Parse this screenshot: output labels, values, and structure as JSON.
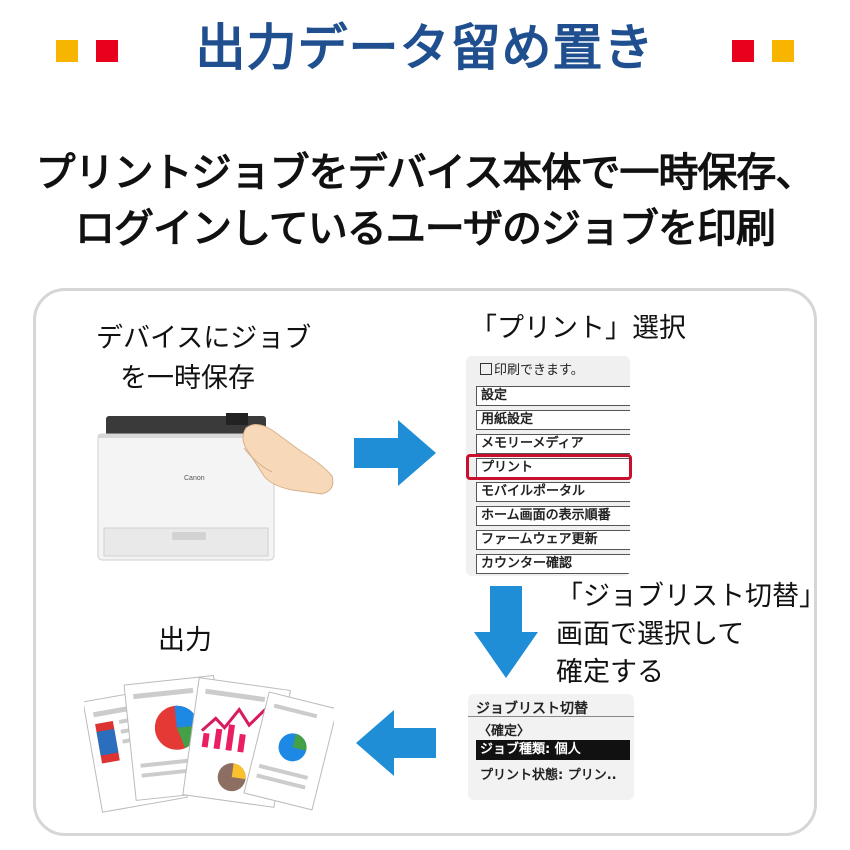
{
  "header": {
    "title": "出力データ留め置き",
    "accent_colors": [
      "#f7b500",
      "#e8001c"
    ],
    "title_color": "#1f4f8e"
  },
  "subtitle": {
    "line1": "プリントジョブをデバイス本体で一時保存、",
    "line2": "ログインしているユーザのジョブを印刷"
  },
  "steps": {
    "save": {
      "line1": "デバイスにジョブ",
      "line2": "を一時保存"
    },
    "select_print": {
      "label": "「プリント」選択"
    },
    "job_list": {
      "line1": "「ジョブリスト切替」",
      "line2": "画面で選択して",
      "line3": "確定する"
    },
    "output": {
      "label": "出力"
    }
  },
  "printer": {
    "brand": "Canon"
  },
  "menu_screen": {
    "status": "印刷できます。",
    "items": [
      "設定",
      "用紙設定",
      "メモリーメディア",
      "プリント",
      "モバイルポータル",
      "ホーム画面の表示順番",
      "ファームウェア更新",
      "カウンター確認"
    ],
    "highlighted_item": "プリント"
  },
  "job_screen": {
    "header": "ジョブリスト切替",
    "confirm": "〈確定〉",
    "job_type": "ジョブ種類: 個人",
    "print_state": "プリント状態: プリン.."
  },
  "colors": {
    "arrow": "#1f8ed6",
    "highlight": "#c8102e"
  }
}
